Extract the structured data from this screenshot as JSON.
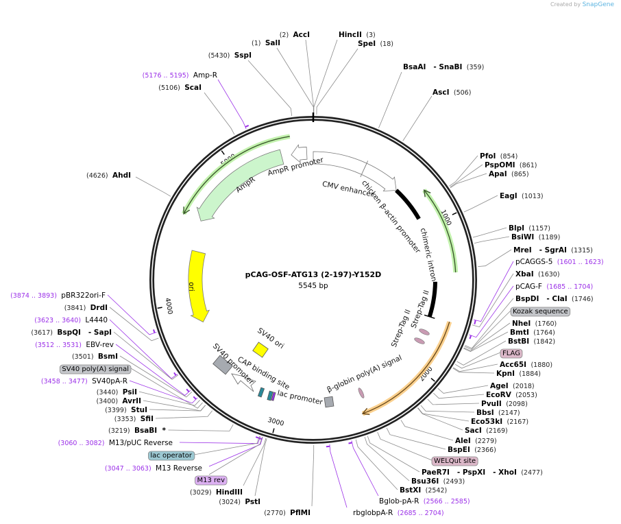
{
  "credit": {
    "prefix": "Created by",
    "brand": "SnapGene"
  },
  "plasmid": {
    "name": "pCAG-OSF-ATG13 (2-197)-Y152D",
    "length": "5545 bp",
    "total_bp": 5545
  },
  "ticks": [
    "1000",
    "2000",
    "3000",
    "4000",
    "5000"
  ],
  "colors": {
    "primer": "#9b30e8",
    "enzyme": "#000000",
    "ampr": "#ccf5cc",
    "ori": "#ffff00",
    "highlight_green": "#b8f0a0",
    "highlight_orange": "#f9c87a",
    "kozak": "#c4c6ca",
    "flag": "#dcb8c9",
    "lac_operator": "#9cc8d2",
    "m13_rev": "#dcb0f2"
  },
  "map_features": [
    {
      "label": "CMV enhancer",
      "start": 0,
      "end": 380
    },
    {
      "label": "chicken β-actin promoter",
      "start": 380,
      "end": 660
    },
    {
      "label": "chimeric intron",
      "start": 660,
      "end": 1657
    },
    {
      "label": "Strep-Tag II",
      "start": 1770,
      "end": 1800
    },
    {
      "label": "Strep-Tag II",
      "start": 1810,
      "end": 1840
    },
    {
      "label": "β-globin poly(A) signal",
      "start": 2500,
      "end": 2560
    },
    {
      "label": "lac promoter",
      "start": 3090,
      "end": 3120
    },
    {
      "label": "CAP binding site",
      "start": 3125,
      "end": 3140
    },
    {
      "label": "SV40 promoter",
      "start": 3200,
      "end": 3400
    },
    {
      "label": "SV40 ori",
      "start": 3260,
      "end": 3300
    },
    {
      "label": "ori",
      "start": 3836,
      "end": 4369
    },
    {
      "label": "AmpR",
      "start": 4584,
      "end": 5324
    },
    {
      "label": "AmpR promoter",
      "start": 5391,
      "end": 5500
    }
  ],
  "labels": [
    {
      "pos": "(2)",
      "name": "AccI",
      "type": "enzyme"
    },
    {
      "pos": "(1)",
      "name": "SalI",
      "type": "enzyme"
    },
    {
      "pos": "(3)",
      "name": "HincII",
      "type": "enzyme"
    },
    {
      "pos": "(18)",
      "name": "SpeI",
      "type": "enzyme"
    },
    {
      "pos": "(5430)",
      "name": "SspI",
      "type": "enzyme"
    },
    {
      "pos": "(5176 .. 5195)",
      "name": "Amp-R",
      "type": "primer"
    },
    {
      "pos": "(5106)",
      "name": "ScaI",
      "type": "enzyme"
    },
    {
      "pos": "(359)",
      "name": "BsaAI   - SnaBI",
      "type": "enzyme"
    },
    {
      "pos": "(506)",
      "name": "AscI",
      "type": "enzyme"
    },
    {
      "pos": "(4626)",
      "name": "AhdI",
      "type": "enzyme"
    },
    {
      "pos": "(854)",
      "name": "PfoI",
      "type": "enzyme"
    },
    {
      "pos": "(861)",
      "name": "PspOMI",
      "type": "enzyme"
    },
    {
      "pos": "(865)",
      "name": "ApaI",
      "type": "enzyme"
    },
    {
      "pos": "(1013)",
      "name": "EagI",
      "type": "enzyme"
    },
    {
      "pos": "(1157)",
      "name": "BlpI",
      "type": "enzyme"
    },
    {
      "pos": "(1189)",
      "name": "BsiWI",
      "type": "enzyme"
    },
    {
      "pos": "(1315)",
      "name": "MreI   - SgrAI",
      "type": "enzyme"
    },
    {
      "pos": "(1601 .. 1623)",
      "name": "pCAGGS-5",
      "type": "primer"
    },
    {
      "pos": "(1630)",
      "name": "XbaI",
      "type": "enzyme"
    },
    {
      "pos": "(1685 .. 1704)",
      "name": "pCAG-F",
      "type": "primer"
    },
    {
      "pos": "(1746)",
      "name": "BspDI   - ClaI",
      "type": "enzyme"
    },
    {
      "pos": "",
      "name": "Kozak sequence",
      "type": "feature",
      "color": "#c4c6ca"
    },
    {
      "pos": "(1760)",
      "name": "NheI",
      "type": "enzyme"
    },
    {
      "pos": "(1764)",
      "name": "BmtI",
      "type": "enzyme"
    },
    {
      "pos": "(1842)",
      "name": "BstBI",
      "type": "enzyme"
    },
    {
      "pos": "",
      "name": "FLAG",
      "type": "feature",
      "color": "#dcb8c9"
    },
    {
      "pos": "(1880)",
      "name": "Acc65I",
      "type": "enzyme"
    },
    {
      "pos": "(1884)",
      "name": "KpnI",
      "type": "enzyme"
    },
    {
      "pos": "(2018)",
      "name": "AgeI",
      "type": "enzyme"
    },
    {
      "pos": "(2053)",
      "name": "EcoRV",
      "type": "enzyme"
    },
    {
      "pos": "(2098)",
      "name": "PvuII",
      "type": "enzyme"
    },
    {
      "pos": "(2147)",
      "name": "BbsI",
      "type": "enzyme"
    },
    {
      "pos": "(2167)",
      "name": "Eco53kI",
      "type": "enzyme"
    },
    {
      "pos": "(2169)",
      "name": "SacI",
      "type": "enzyme"
    },
    {
      "pos": "(2279)",
      "name": "AleI",
      "type": "enzyme"
    },
    {
      "pos": "(2366)",
      "name": "BspEI",
      "type": "enzyme"
    },
    {
      "pos": "",
      "name": "WELQut site",
      "type": "feature",
      "color": "#dcb8c9"
    },
    {
      "pos": "(2477)",
      "name": "PaeR7I   - PspXI   - XhoI",
      "type": "enzyme"
    },
    {
      "pos": "(2493)",
      "name": "Bsu36I",
      "type": "enzyme"
    },
    {
      "pos": "(2542)",
      "name": "BstXI",
      "type": "enzyme"
    },
    {
      "pos": "(2566 .. 2585)",
      "name": "Bglob-pA-R",
      "type": "primer"
    },
    {
      "pos": "(2685 .. 2704)",
      "name": "rbglobpA-R",
      "type": "primer"
    },
    {
      "pos": "(2770)",
      "name": "PflMI",
      "type": "enzyme"
    },
    {
      "pos": "(3024)",
      "name": "PstI",
      "type": "enzyme"
    },
    {
      "pos": "(3029)",
      "name": "HindIII",
      "type": "enzyme"
    },
    {
      "pos": "",
      "name": "M13 rev",
      "type": "feature",
      "color": "#dcb0f2"
    },
    {
      "pos": "(3047 .. 3063)",
      "name": "M13 Reverse",
      "type": "primer"
    },
    {
      "pos": "",
      "name": "lac operator",
      "type": "feature",
      "color": "#9cc8d2"
    },
    {
      "pos": "(3060 .. 3082)",
      "name": "M13/pUC Reverse",
      "type": "primer"
    },
    {
      "pos": "(3219)",
      "name": "BsaBI  *",
      "type": "enzyme"
    },
    {
      "pos": "(3353)",
      "name": "SfiI",
      "type": "enzyme"
    },
    {
      "pos": "(3399)",
      "name": "StuI",
      "type": "enzyme"
    },
    {
      "pos": "(3400)",
      "name": "AvrII",
      "type": "enzyme"
    },
    {
      "pos": "(3440)",
      "name": "PsiI",
      "type": "enzyme"
    },
    {
      "pos": "(3458 .. 3477)",
      "name": "SV40pA-R",
      "type": "primer"
    },
    {
      "pos": "",
      "name": "SV40 poly(A) signal",
      "type": "feature",
      "color": "#c4c6ca"
    },
    {
      "pos": "(3501)",
      "name": "BsmI",
      "type": "enzyme"
    },
    {
      "pos": "(3512 .. 3531)",
      "name": "EBV-rev",
      "type": "primer"
    },
    {
      "pos": "(3617)",
      "name": "BspQI   - SapI",
      "type": "enzyme"
    },
    {
      "pos": "(3623 .. 3640)",
      "name": "L4440",
      "type": "primer"
    },
    {
      "pos": "(3841)",
      "name": "DrdI",
      "type": "enzyme"
    },
    {
      "pos": "(3874 .. 3893)",
      "name": "pBR322ori-F",
      "type": "primer"
    }
  ]
}
